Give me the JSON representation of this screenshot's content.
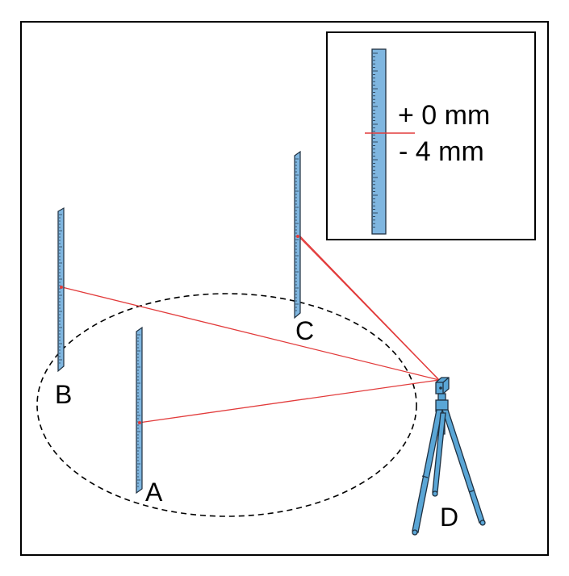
{
  "labels": {
    "a": "A",
    "b": "B",
    "c": "C",
    "d": "D"
  },
  "inset": {
    "plus_reading": "+ 0 mm",
    "minus_reading": "- 4 mm"
  },
  "colors": {
    "staff_fill": "#7fb6e0",
    "staff_edge": "#1f3040",
    "laser": "#e23b3b",
    "tripod": "#5aa6d6",
    "outline": "#000000"
  }
}
